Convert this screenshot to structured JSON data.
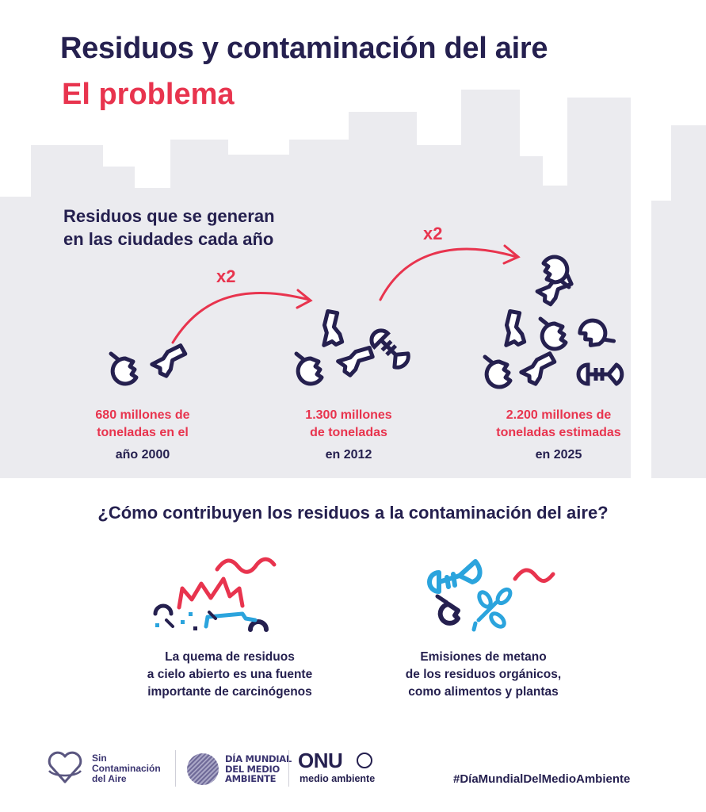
{
  "header": {
    "title": "Residuos y contaminación del aire",
    "subtitle": "El problema"
  },
  "waste_section": {
    "heading_line1": "Residuos que se generan",
    "heading_line2": "en las ciudades cada año",
    "multiplier_1": "x2",
    "multiplier_2": "x2",
    "stats": [
      {
        "amount_line1": "680 millones de",
        "amount_line2": "toneladas en el",
        "year": "año 2000",
        "icon": "waste-pile-small-icon"
      },
      {
        "amount_line1": "1.300 millones",
        "amount_line2": "de toneladas",
        "year": "en 2012",
        "icon": "waste-pile-medium-icon"
      },
      {
        "amount_line1": "2.200 millones de",
        "amount_line2": "toneladas estimadas",
        "year": "en 2025",
        "icon": "waste-pile-large-icon"
      }
    ]
  },
  "causes_section": {
    "question": "¿Cómo contribuyen los residuos a la contaminación del aire?",
    "causes": [
      {
        "icon": "open-burning-icon",
        "line1": "La quema de residuos",
        "line2": "a cielo abierto es una fuente",
        "line3": "importante de carcinógenos"
      },
      {
        "icon": "organic-waste-methane-icon",
        "line1": "Emisiones de metano",
        "line2": "de los residuos orgánicos,",
        "line3": "como alimentos y plantas"
      }
    ]
  },
  "footer": {
    "logo1_line1": "Sin",
    "logo1_line2": "Contaminación",
    "logo1_line3": "del Aire",
    "logo2_line1": "DÍA MUNDIAL",
    "logo2_line2": "DEL MEDIO",
    "logo2_line3": "AMBIENTE",
    "logo3_main": "ONU",
    "logo3_sub": "medio ambiente",
    "hashtag": "#DíaMundialDelMedioAmbiente"
  },
  "colors": {
    "navy": "#25204f",
    "red": "#e8344e",
    "light_blue": "#2ba4dd",
    "skyline_gray": "#ebebef",
    "background": "#ffffff"
  }
}
